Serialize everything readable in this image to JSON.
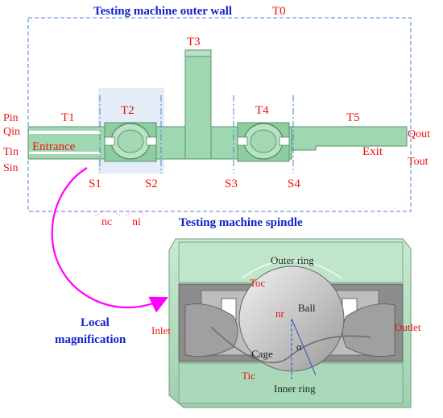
{
  "title_outer": "Testing machine outer wall",
  "t0": "T0",
  "sections": {
    "t1": "T1",
    "t2": "T2",
    "t3": "T3",
    "t4": "T4",
    "t5": "T5"
  },
  "left_params": [
    "Pin",
    "Qin",
    "Tin",
    "Sin"
  ],
  "right_params": [
    "Qout",
    "Tout"
  ],
  "entrance": "Entrance",
  "exit": "Exit",
  "cuts": [
    "S1",
    "S2",
    "S3",
    "S4"
  ],
  "nc": "nc",
  "ni": "ni",
  "title_spindle": "Testing machine spindle",
  "local_mag": [
    "Local",
    "magnification"
  ],
  "detail": {
    "outer_ring": "Outer ring",
    "toc": "Toc",
    "nr": "nr",
    "ball": "Ball",
    "inlet": "Inlet",
    "outlet": "Outlet",
    "cage": "Cage",
    "alpha": "α",
    "tic": "Tic",
    "inner_ring": "Inner ring"
  },
  "colors": {
    "body_fill": "#9fd8b0",
    "body_stroke": "#5a8f6c",
    "label_red": "#ee1111",
    "label_blue": "#1122cc",
    "arrow_magenta": "#ff00ff",
    "dash_blue": "#4a7fd6"
  }
}
